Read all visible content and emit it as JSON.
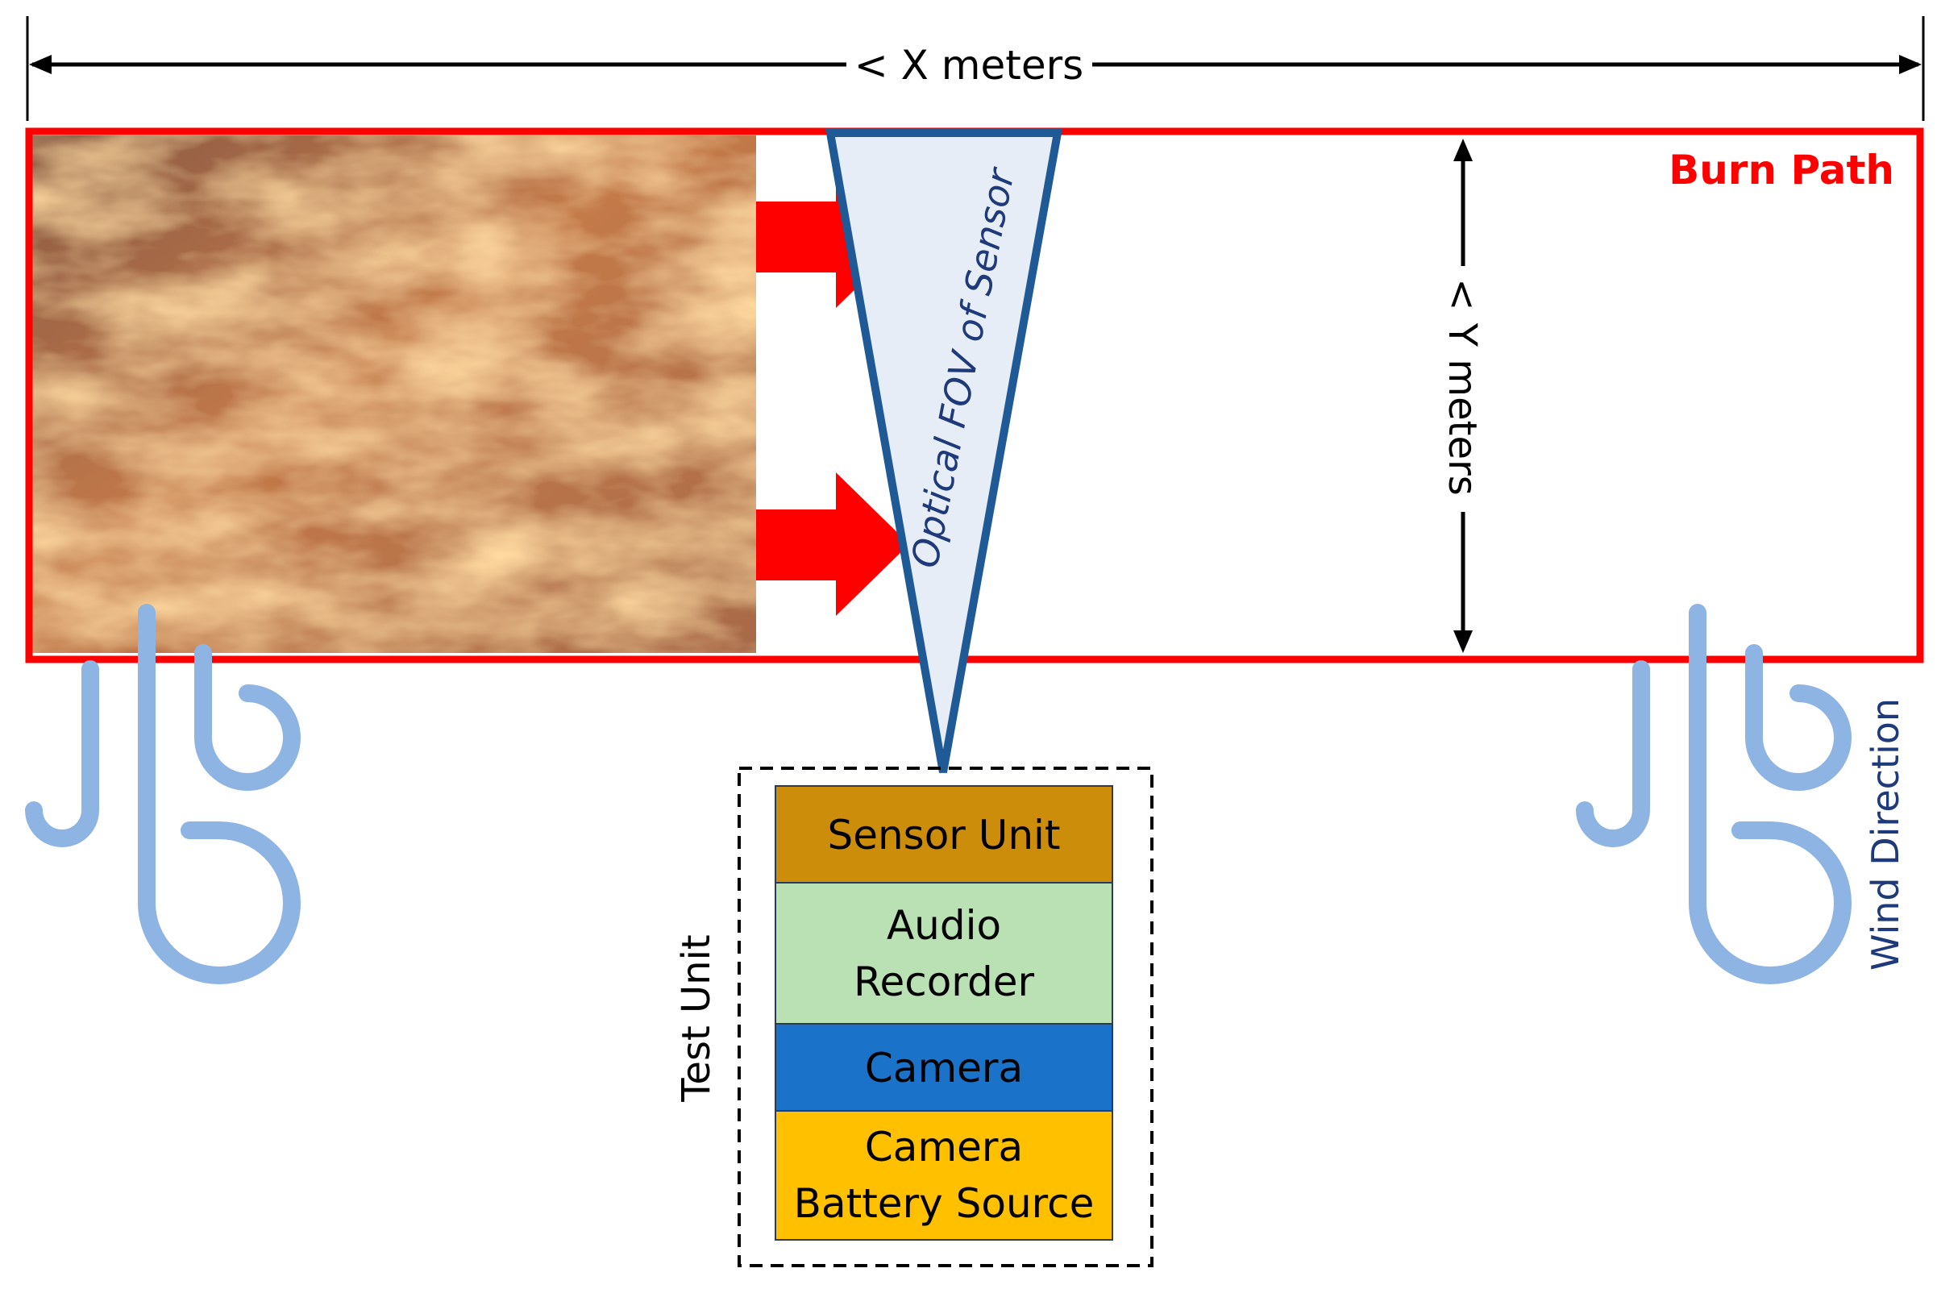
{
  "dimension_labels": {
    "x": "< X meters",
    "y": "< Y meters"
  },
  "burn_path": {
    "label": "Burn Path",
    "color": "#ff0000"
  },
  "sensor_fov": {
    "label": "Optical FOV of Sensor",
    "fill_color": "#e6edf7",
    "stroke_color": "#1f5a96"
  },
  "wind": {
    "label": "Wind Direction",
    "icon": "wind-icon",
    "icon_color": "#8eb4e3",
    "label_color": "#1f3a7a"
  },
  "fire_spread": {
    "icon": "fire-spread-arrow",
    "color": "#ff0000"
  },
  "test_unit": {
    "label": "Test Unit",
    "components": [
      {
        "line1": "Sensor Unit",
        "line2": "",
        "color": "#cc8e0a"
      },
      {
        "line1": "Audio",
        "line2": "Recorder",
        "color": "#b9e1b4"
      },
      {
        "line1": "Camera",
        "line2": "",
        "color": "#1a73c9"
      },
      {
        "line1": "Camera",
        "line2": "Battery Source",
        "color": "#ffc000"
      }
    ]
  }
}
